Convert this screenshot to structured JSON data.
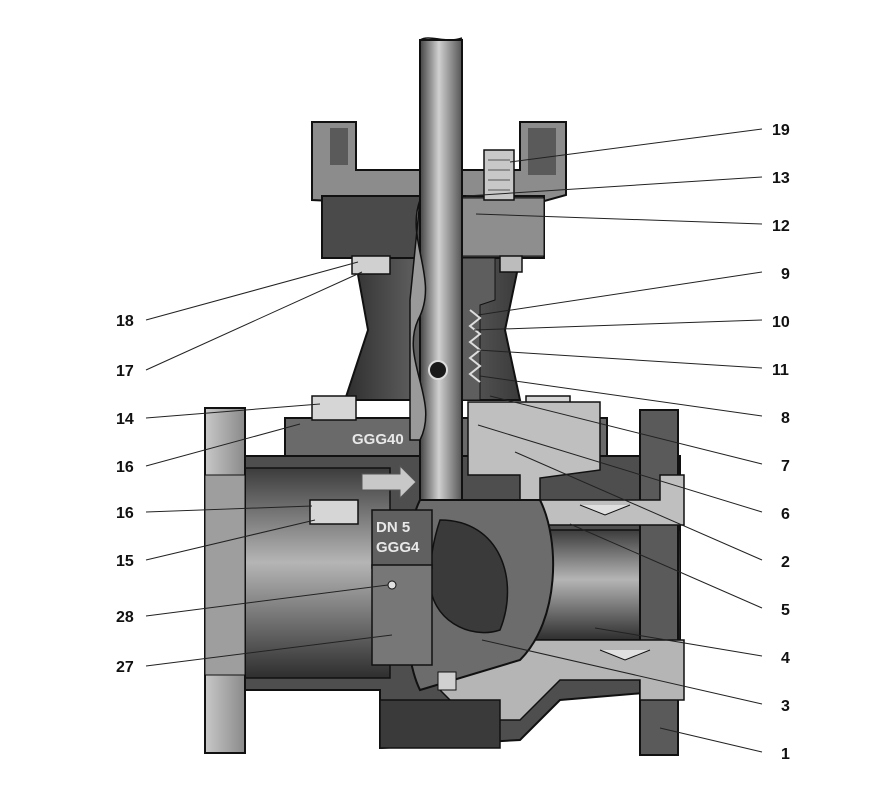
{
  "casting_marks": {
    "bonnet": "GGG40",
    "body_line1": "DN 5",
    "body_line2": "GGG4"
  },
  "callouts_left": [
    "18",
    "17",
    "14",
    "16",
    "16",
    "15",
    "28",
    "27"
  ],
  "callouts_right": [
    "19",
    "13",
    "12",
    "9",
    "10",
    "11",
    "8",
    "7",
    "6",
    "2",
    "5",
    "4",
    "3",
    "1"
  ],
  "colors": {
    "body_dark": "#3a3a3a",
    "body_mid": "#6e6e6e",
    "body_light": "#9a9a9a",
    "seal_light": "#cfcfcf",
    "outline": "#111111"
  }
}
